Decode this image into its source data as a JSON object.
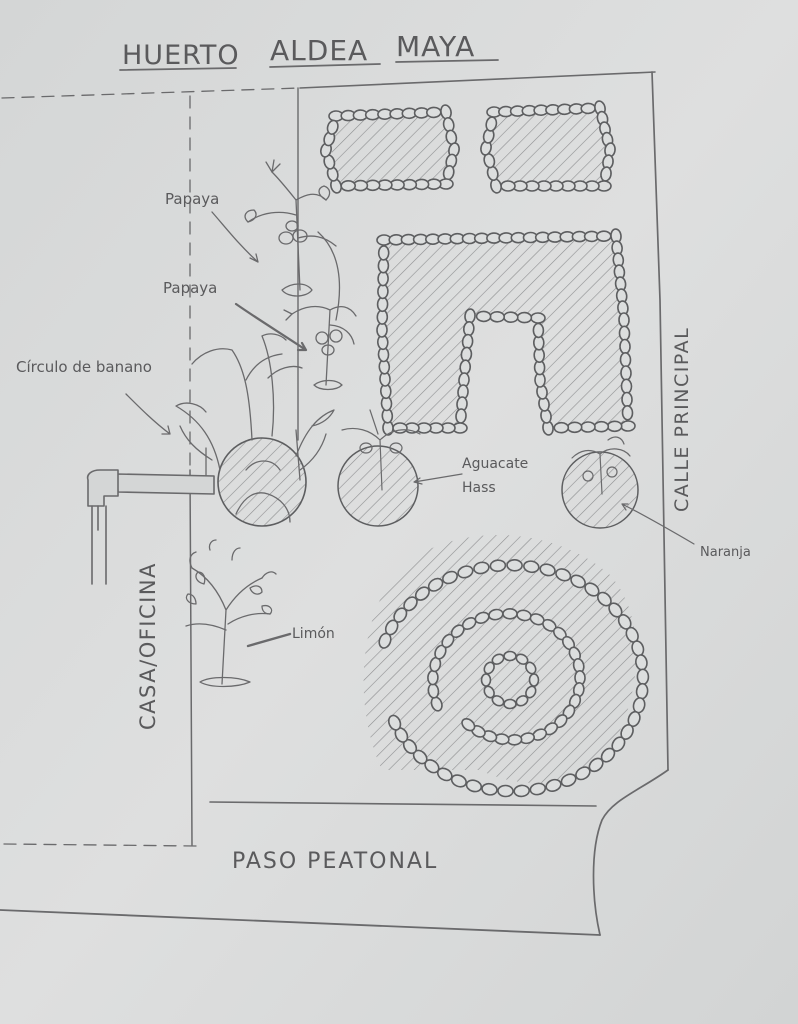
{
  "title": {
    "word1": "HUERTO",
    "word2": "ALDEA",
    "word3": "MAYA"
  },
  "labels": {
    "papaya_1": "Papaya",
    "papaya_2": "Papaya",
    "banana_circle": "Círculo de banano",
    "avocado_line1": "Aguacate",
    "avocado_line2": "Hass",
    "orange": "Naranja",
    "lemon": "Limón",
    "main_street": "CALLE PRINCIPAL",
    "house_office": "CASA/OFICINA",
    "walkway": "PASO PEATONAL"
  }
}
